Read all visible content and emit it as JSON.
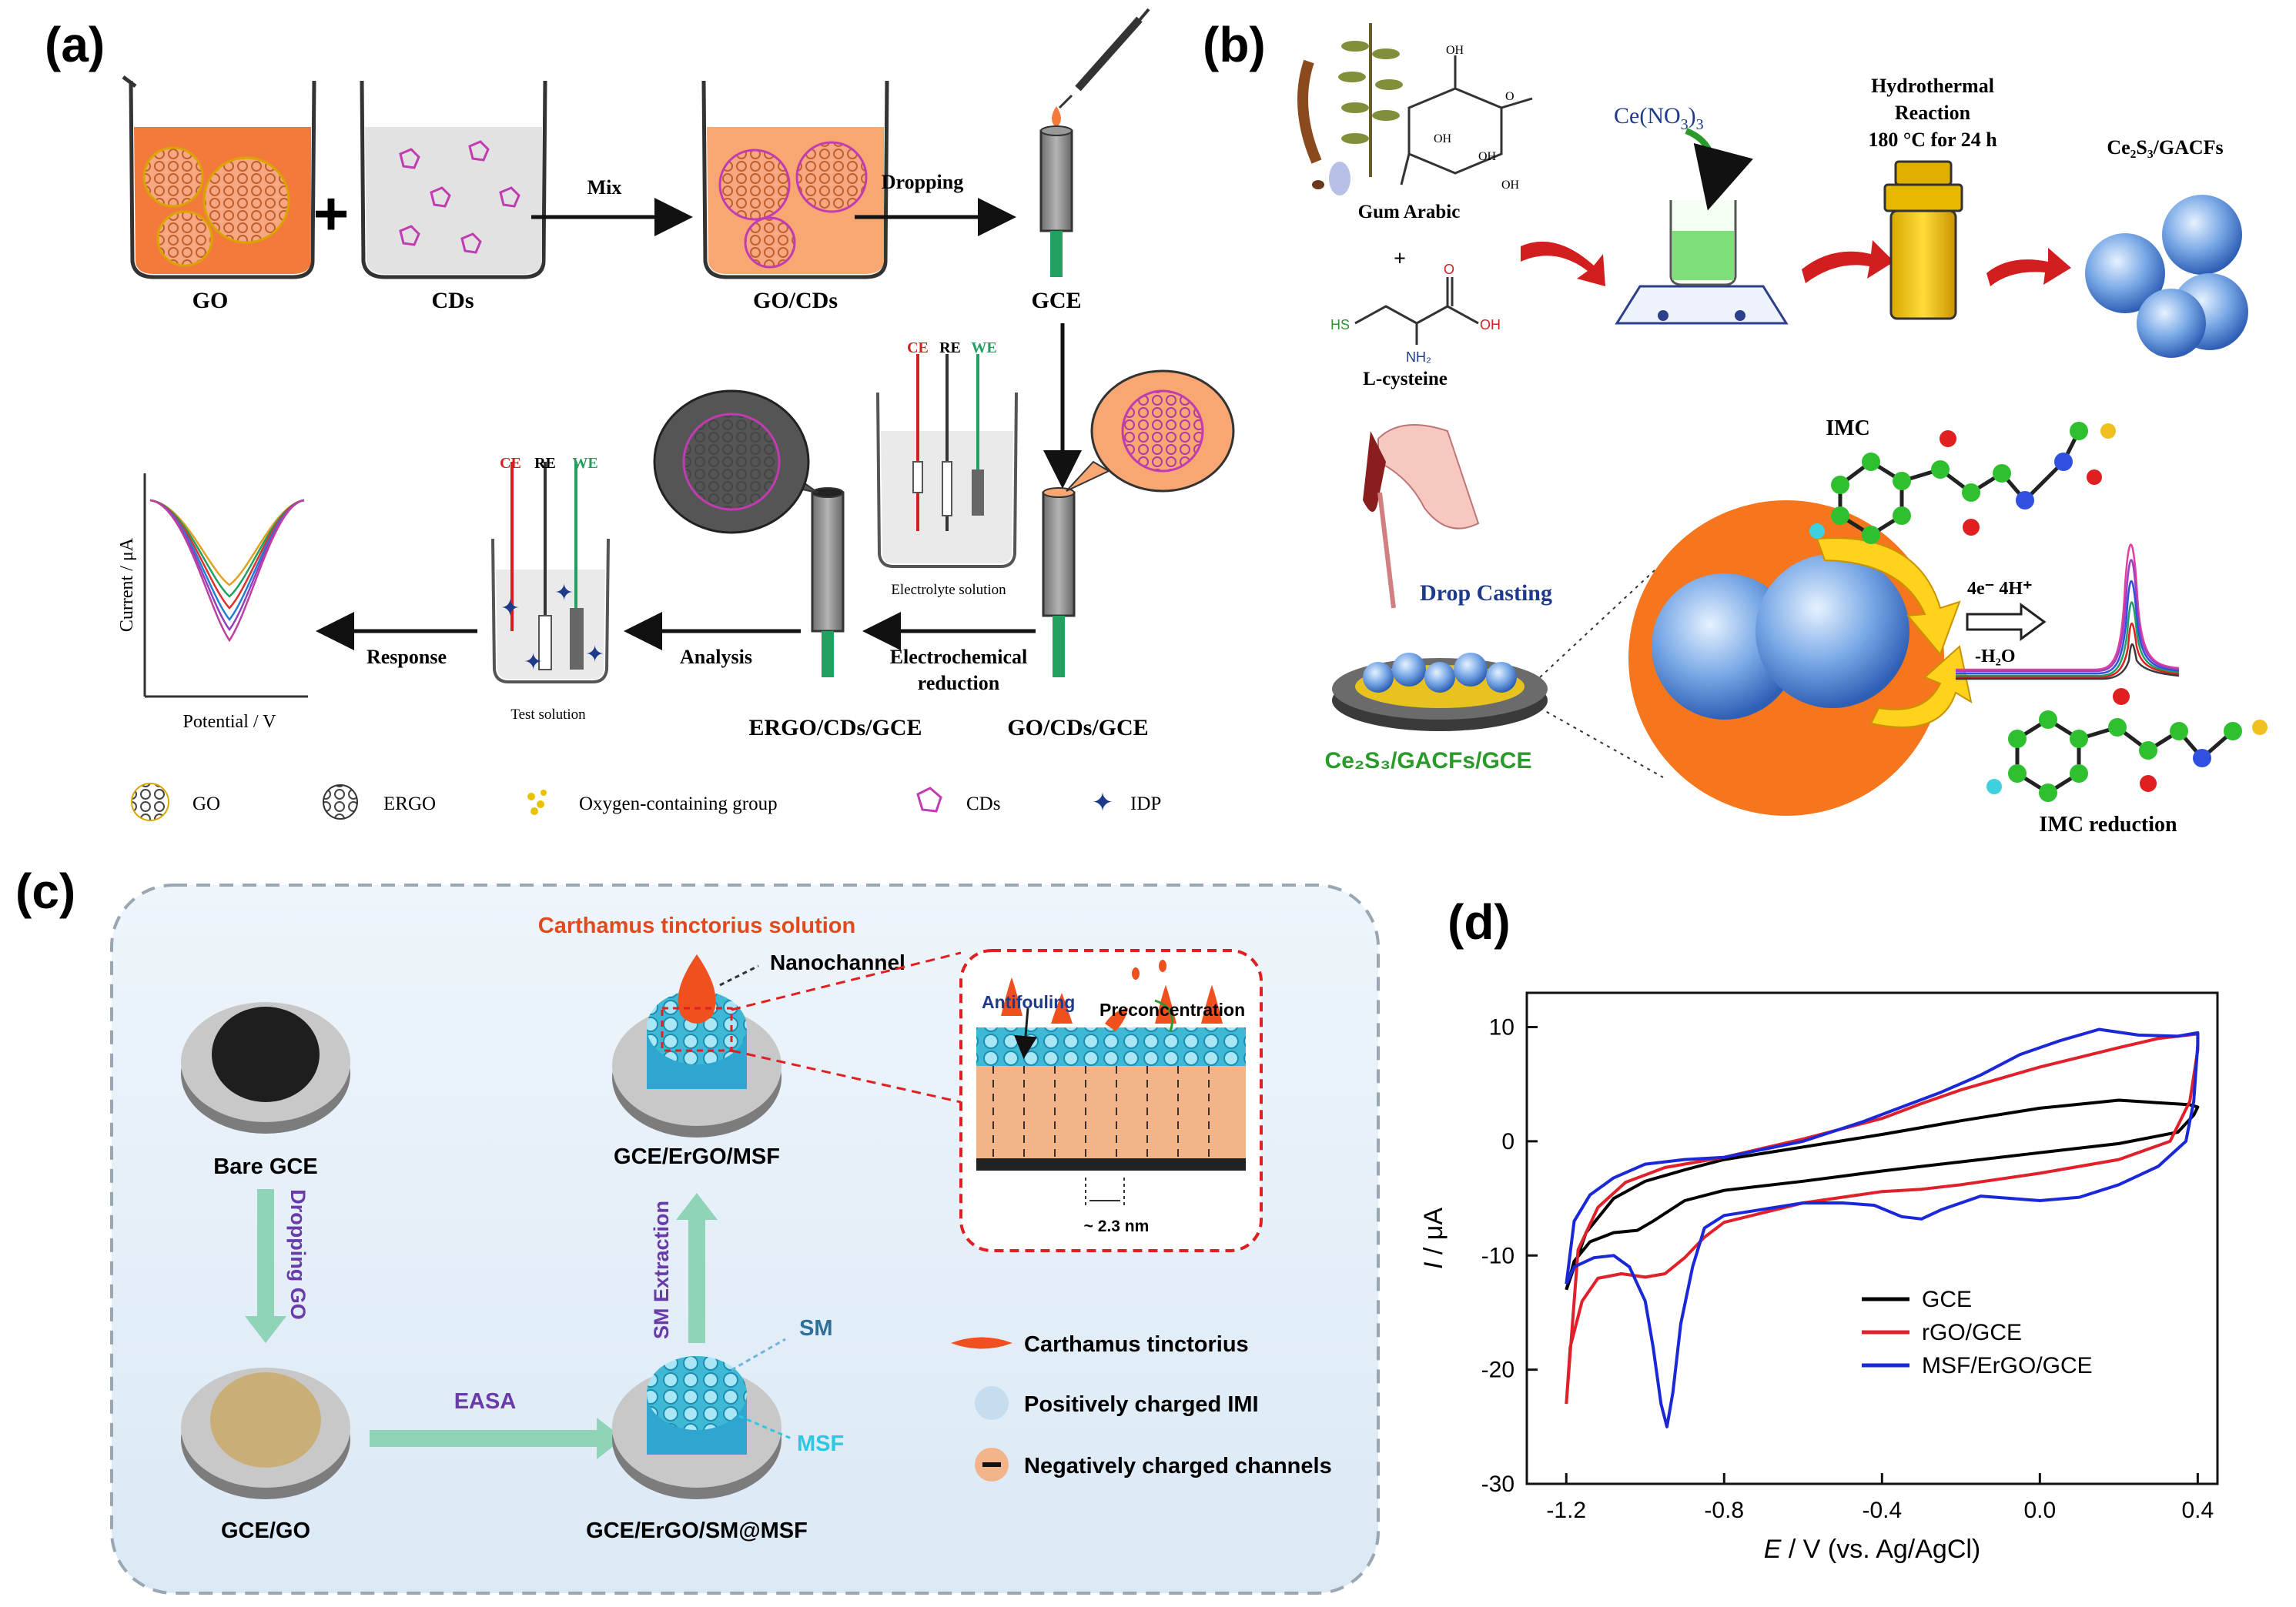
{
  "panels": {
    "a": {
      "label": "(a)",
      "beaker_go": "GO",
      "beaker_cds": "CDs",
      "beaker_gocds": "GO/CDs",
      "electrode_gce": "GCE",
      "arrow_mix": "Mix",
      "arrow_dropping": "Dropping",
      "cell_ce": "CE",
      "cell_re": "RE",
      "cell_we": "WE",
      "electrolyte": "Electrolyte solution",
      "test_solution": "Test solution",
      "electrode_gocdsgce": "GO/CDs/GCE",
      "electrode_ergo": "ERGO/CDs/GCE",
      "arrow_reduction_1": "Electrochemical",
      "arrow_reduction_2": "reduction",
      "arrow_analysis": "Analysis",
      "arrow_response": "Response",
      "plot_ylabel": "Current / μA",
      "plot_xlabel": "Potential / V",
      "legend": {
        "go": "GO",
        "ergo": "ERGO",
        "oxygen": "Oxygen-containing group",
        "cds": "CDs",
        "idp": "IDP"
      }
    },
    "b": {
      "label": "(b)",
      "gum_arabic": "Gum Arabic",
      "plus": "+",
      "l_cysteine": "L-cysteine",
      "ce_nitrate": "Ce(NO",
      "ce_nitrate_sub": "3",
      "ce_nitrate_end": ")",
      "ce_nitrate_sub2": "3",
      "hydro_1": "Hydrothermal",
      "hydro_2": "Reaction",
      "hydro_3": "180 °C for 24 h",
      "product": "Ce₂S₃/GACFs",
      "drop_casting": "Drop Casting",
      "electrode": "Ce₂S₃/GACFs/GCE",
      "imc": "IMC",
      "reaction_1": "4e⁻ 4H⁺",
      "reaction_2": "-H₂O",
      "imc_reduction": "IMC reduction",
      "mol_labels": {
        "oh1": "OH",
        "oh2": "OH",
        "oh3": "OH",
        "oh4": "OH",
        "o1": "O",
        "hs": "HS",
        "oh5": "OH",
        "nh2": "NH₂",
        "o2": "O"
      }
    },
    "c": {
      "label": "(c)",
      "solution": "Carthamus tinctorius solution",
      "nanochannel": "Nanochannel",
      "bare_gce": "Bare GCE",
      "dropping_go": "Dropping GO",
      "gce_go": "GCE/GO",
      "easa": "EASA",
      "gce_ergo_sm_msf": "GCE/ErGO/SM@MSF",
      "sm_extraction": "SM Extraction",
      "gce_ergo_msf": "GCE/ErGO/MSF",
      "sm": "SM",
      "msf": "MSF",
      "antifouling": "Antifouling",
      "preconcentration": "Preconcentration",
      "size": "~ 2.3 nm",
      "legend": {
        "carthamus": "Carthamus tinctorius",
        "imi": "Positively charged IMI",
        "channels": "Negatively charged channels"
      }
    },
    "d": {
      "label": "(d)"
    }
  },
  "chart_data": {
    "type": "line",
    "xlabel_italic": "E",
    "xlabel": " / V (vs. Ag/AgCl)",
    "ylabel_italic": "I",
    "ylabel": " / μA",
    "xlim": [
      -1.3,
      0.45
    ],
    "ylim": [
      -30,
      13
    ],
    "xticks": [
      -1.2,
      -0.8,
      -0.4,
      0.0,
      0.4
    ],
    "xtick_labels": [
      "-1.2",
      "-0.8",
      "-0.4",
      "0.0",
      "0.4"
    ],
    "yticks": [
      10,
      0,
      -10,
      -20,
      -30
    ],
    "ytick_labels": [
      "10",
      "0",
      "-10",
      "-20",
      "-30"
    ],
    "legend_position": "lower-right",
    "series": [
      {
        "name": "GCE",
        "color": "#000000",
        "points": [
          [
            -1.2,
            -13
          ],
          [
            -1.18,
            -10.5
          ],
          [
            -1.14,
            -8.8
          ],
          [
            -1.08,
            -8.0
          ],
          [
            -1.02,
            -7.8
          ],
          [
            -0.98,
            -7.0
          ],
          [
            -0.9,
            -5.2
          ],
          [
            -0.8,
            -4.3
          ],
          [
            -0.6,
            -3.5
          ],
          [
            -0.4,
            -2.6
          ],
          [
            -0.2,
            -1.8
          ],
          [
            0.0,
            -1.0
          ],
          [
            0.2,
            -0.2
          ],
          [
            0.35,
            0.8
          ],
          [
            0.39,
            2.3
          ],
          [
            0.4,
            3.0
          ],
          [
            0.38,
            3.2
          ],
          [
            0.2,
            3.6
          ],
          [
            0.0,
            2.9
          ],
          [
            -0.2,
            1.8
          ],
          [
            -0.4,
            0.6
          ],
          [
            -0.6,
            -0.5
          ],
          [
            -0.8,
            -1.6
          ],
          [
            -0.9,
            -2.5
          ],
          [
            -1.0,
            -3.5
          ],
          [
            -1.08,
            -5.0
          ],
          [
            -1.15,
            -8.0
          ],
          [
            -1.2,
            -13
          ]
        ]
      },
      {
        "name": "rGO/GCE",
        "color": "#e0202a",
        "points": [
          [
            -1.2,
            -23
          ],
          [
            -1.19,
            -18
          ],
          [
            -1.16,
            -14
          ],
          [
            -1.12,
            -12
          ],
          [
            -1.06,
            -11.6
          ],
          [
            -1.0,
            -11.9
          ],
          [
            -0.95,
            -11.6
          ],
          [
            -0.9,
            -10.2
          ],
          [
            -0.85,
            -8.4
          ],
          [
            -0.8,
            -7.1
          ],
          [
            -0.6,
            -5.4
          ],
          [
            -0.4,
            -4.4
          ],
          [
            -0.3,
            -4.2
          ],
          [
            -0.2,
            -3.8
          ],
          [
            0.0,
            -2.8
          ],
          [
            0.2,
            -1.6
          ],
          [
            0.33,
            0.0
          ],
          [
            0.38,
            3.5
          ],
          [
            0.4,
            8.0
          ],
          [
            0.4,
            9.4
          ],
          [
            0.3,
            9.0
          ],
          [
            0.2,
            8.2
          ],
          [
            0.0,
            6.5
          ],
          [
            -0.2,
            4.5
          ],
          [
            -0.3,
            3.3
          ],
          [
            -0.4,
            2.0
          ],
          [
            -0.6,
            0.2
          ],
          [
            -0.8,
            -1.4
          ],
          [
            -0.95,
            -2.3
          ],
          [
            -1.05,
            -3.6
          ],
          [
            -1.12,
            -5.8
          ],
          [
            -1.17,
            -9.5
          ],
          [
            -1.2,
            -23
          ]
        ]
      },
      {
        "name": "MSF/ErGO/GCE",
        "color": "#1a28d8",
        "points": [
          [
            -1.2,
            -12.5
          ],
          [
            -1.18,
            -11.0
          ],
          [
            -1.13,
            -10.2
          ],
          [
            -1.08,
            -10.0
          ],
          [
            -1.04,
            -11.0
          ],
          [
            -1.0,
            -14.0
          ],
          [
            -0.98,
            -18.0
          ],
          [
            -0.96,
            -23.0
          ],
          [
            -0.945,
            -25.0
          ],
          [
            -0.93,
            -22.0
          ],
          [
            -0.91,
            -16.0
          ],
          [
            -0.88,
            -11.0
          ],
          [
            -0.85,
            -7.6
          ],
          [
            -0.8,
            -6.5
          ],
          [
            -0.6,
            -5.4
          ],
          [
            -0.5,
            -5.4
          ],
          [
            -0.42,
            -5.6
          ],
          [
            -0.35,
            -6.6
          ],
          [
            -0.3,
            -6.8
          ],
          [
            -0.25,
            -6.0
          ],
          [
            -0.15,
            -4.8
          ],
          [
            0.0,
            -5.2
          ],
          [
            0.1,
            -4.9
          ],
          [
            0.2,
            -3.8
          ],
          [
            0.3,
            -2.2
          ],
          [
            0.37,
            0.0
          ],
          [
            0.39,
            3.5
          ],
          [
            0.4,
            8.5
          ],
          [
            0.4,
            9.5
          ],
          [
            0.35,
            9.2
          ],
          [
            0.25,
            9.3
          ],
          [
            0.15,
            9.8
          ],
          [
            0.05,
            8.8
          ],
          [
            -0.05,
            7.6
          ],
          [
            -0.15,
            5.8
          ],
          [
            -0.25,
            4.3
          ],
          [
            -0.35,
            3.0
          ],
          [
            -0.45,
            1.7
          ],
          [
            -0.6,
            0.0
          ],
          [
            -0.8,
            -1.4
          ],
          [
            -0.9,
            -1.6
          ],
          [
            -1.0,
            -2.0
          ],
          [
            -1.08,
            -3.2
          ],
          [
            -1.14,
            -4.7
          ],
          [
            -1.18,
            -7.0
          ],
          [
            -1.2,
            -12.5
          ]
        ]
      }
    ]
  }
}
